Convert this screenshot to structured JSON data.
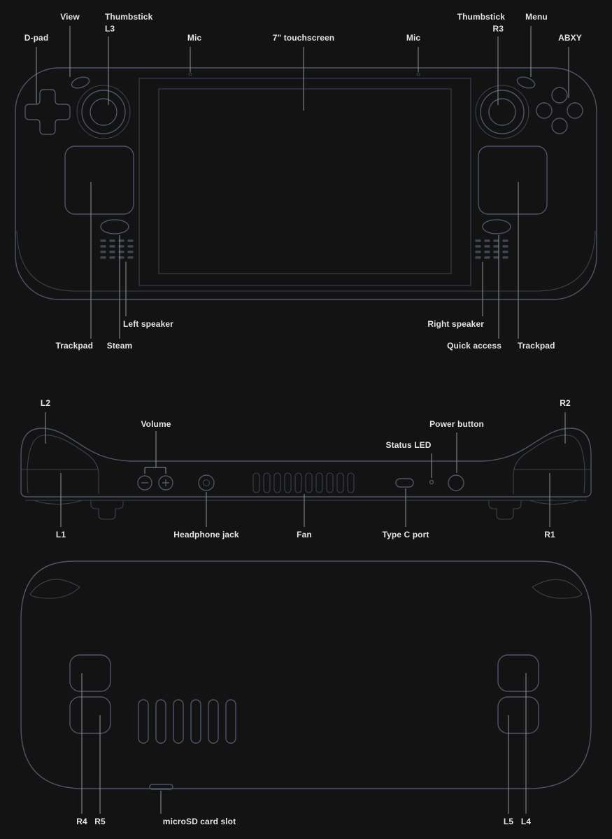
{
  "colors": {
    "background": "#131313",
    "outline": "#4d5666",
    "detail": "#3b4250",
    "leader": "#8d939c",
    "text": "#e2e4e8"
  },
  "labels": {
    "view": "View",
    "thumbstick": "Thumbstick",
    "l3": "L3",
    "r3": "R3",
    "dpad": "D-pad",
    "mic": "Mic",
    "touchscreen": "7\" touchscreen",
    "menu": "Menu",
    "abxy": "ABXY",
    "left_speaker": "Left speaker",
    "trackpad": "Trackpad",
    "steam": "Steam",
    "right_speaker": "Right speaker",
    "quick_access": "Quick access",
    "l2": "L2",
    "r2": "R2",
    "volume": "Volume",
    "status_led": "Status LED",
    "power_button": "Power button",
    "l1": "L1",
    "headphone_jack": "Headphone jack",
    "fan": "Fan",
    "type_c": "Type C port",
    "r1": "R1",
    "r4": "R4",
    "r5": "R5",
    "microsd": "microSD card slot",
    "l5": "L5",
    "l4": "L4"
  }
}
